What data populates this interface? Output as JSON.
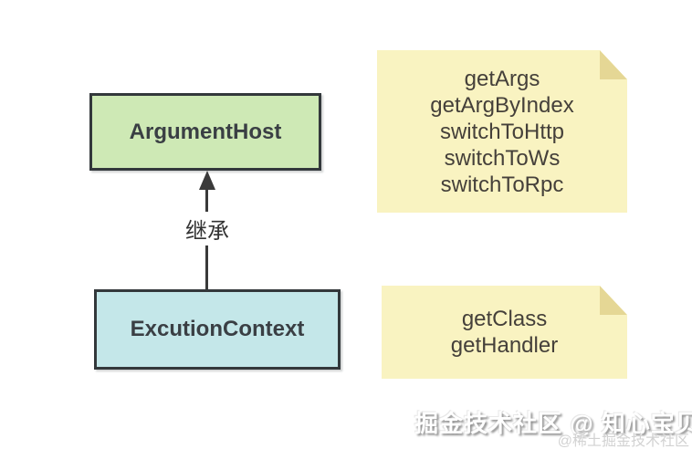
{
  "diagram": {
    "parent_class": {
      "name": "ArgumentHost"
    },
    "child_class": {
      "name": "ExcutionContext"
    },
    "relation": {
      "label": "继承"
    },
    "parent_note": {
      "lines": [
        "getArgs",
        "getArgByIndex",
        "switchToHttp",
        "switchToWs",
        "switchToRpc"
      ]
    },
    "child_note": {
      "lines": [
        "getClass",
        "getHandler"
      ]
    }
  },
  "watermark": {
    "primary": "掘金技术社区 @ 知心宝贝",
    "secondary": "@稀土掘金技术社区"
  },
  "colors": {
    "parent_fill": "#cee9b5",
    "child_fill": "#c4e7e9",
    "note_fill": "#f9f3c1",
    "note_fold": "#e5d795",
    "box_border": "#33383b",
    "text_dark": "#3a3f44"
  }
}
